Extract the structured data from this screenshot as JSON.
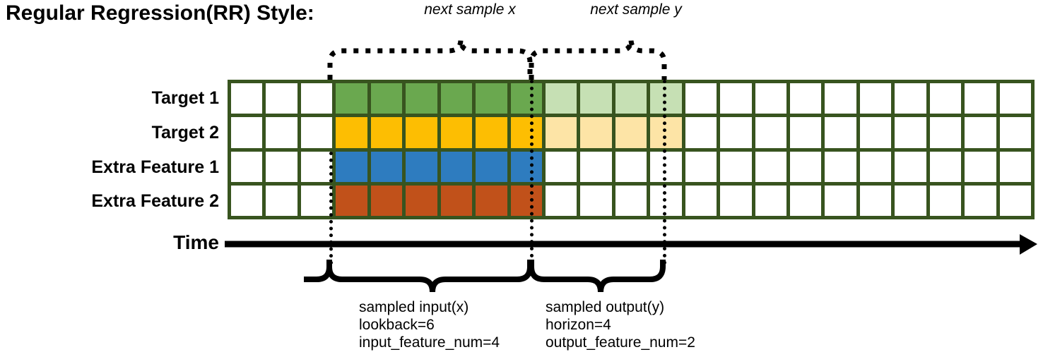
{
  "title": "Regular Regression(RR) Style:",
  "annotations": {
    "next_sample_x": "next sample x",
    "next_sample_y": "next sample y"
  },
  "axis": {
    "time_label": "Time",
    "arrow_icon": "right-arrow-icon"
  },
  "rows": [
    {
      "label": "Target 1",
      "color": "#6aa84f",
      "light_color": "#c6e0b4"
    },
    {
      "label": "Target 2",
      "color": "#fdbe02",
      "light_color": "#fde4a6"
    },
    {
      "label": "Extra Feature 1",
      "color": "#2e7cbf",
      "light_color": null
    },
    {
      "label": "Extra Feature 2",
      "color": "#c1511a",
      "light_color": null
    }
  ],
  "grid": {
    "total_columns": 23,
    "leading_blank_columns": 3,
    "input_columns": 6,
    "output_columns": 4,
    "trailing_blank_columns": 10,
    "border_color": "#38541f",
    "empty_color": "#ffffff"
  },
  "captions": {
    "input": {
      "line1": "sampled input(x)",
      "line2": "lookback=6",
      "line3": "input_feature_num=4"
    },
    "output": {
      "line1": "sampled output(y)",
      "line2": "horizon=4",
      "line3": "output_feature_num=2"
    }
  },
  "chart_data": {
    "type": "heatmap",
    "title": "Regular Regression(RR) Style:",
    "categories": [
      "Target 1",
      "Target 2",
      "Extra Feature 1",
      "Extra Feature 2"
    ],
    "series": [
      {
        "name": "Target 1",
        "values": [
          0,
          0,
          0,
          1,
          1,
          1,
          1,
          1,
          1,
          0.4,
          0.4,
          0.4,
          0.4,
          0,
          0,
          0,
          0,
          0,
          0,
          0,
          0,
          0,
          0
        ]
      },
      {
        "name": "Target 2",
        "values": [
          0,
          0,
          0,
          1,
          1,
          1,
          1,
          1,
          1,
          0.4,
          0.4,
          0.4,
          0.4,
          0,
          0,
          0,
          0,
          0,
          0,
          0,
          0,
          0,
          0
        ]
      },
      {
        "name": "Extra Feature 1",
        "values": [
          0,
          0,
          0,
          1,
          1,
          1,
          1,
          1,
          1,
          0,
          0,
          0,
          0,
          0,
          0,
          0,
          0,
          0,
          0,
          0,
          0,
          0,
          0
        ]
      },
      {
        "name": "Extra Feature 2",
        "values": [
          0,
          0,
          0,
          1,
          1,
          1,
          1,
          1,
          1,
          0,
          0,
          0,
          0,
          0,
          0,
          0,
          0,
          0,
          0,
          0,
          0,
          0,
          0
        ]
      }
    ],
    "xlabel": "Time",
    "ylabel": "",
    "grid": true,
    "legend": "none",
    "annotations": [
      "next sample x",
      "next sample y",
      "sampled input(x)",
      "sampled output(y)"
    ]
  }
}
